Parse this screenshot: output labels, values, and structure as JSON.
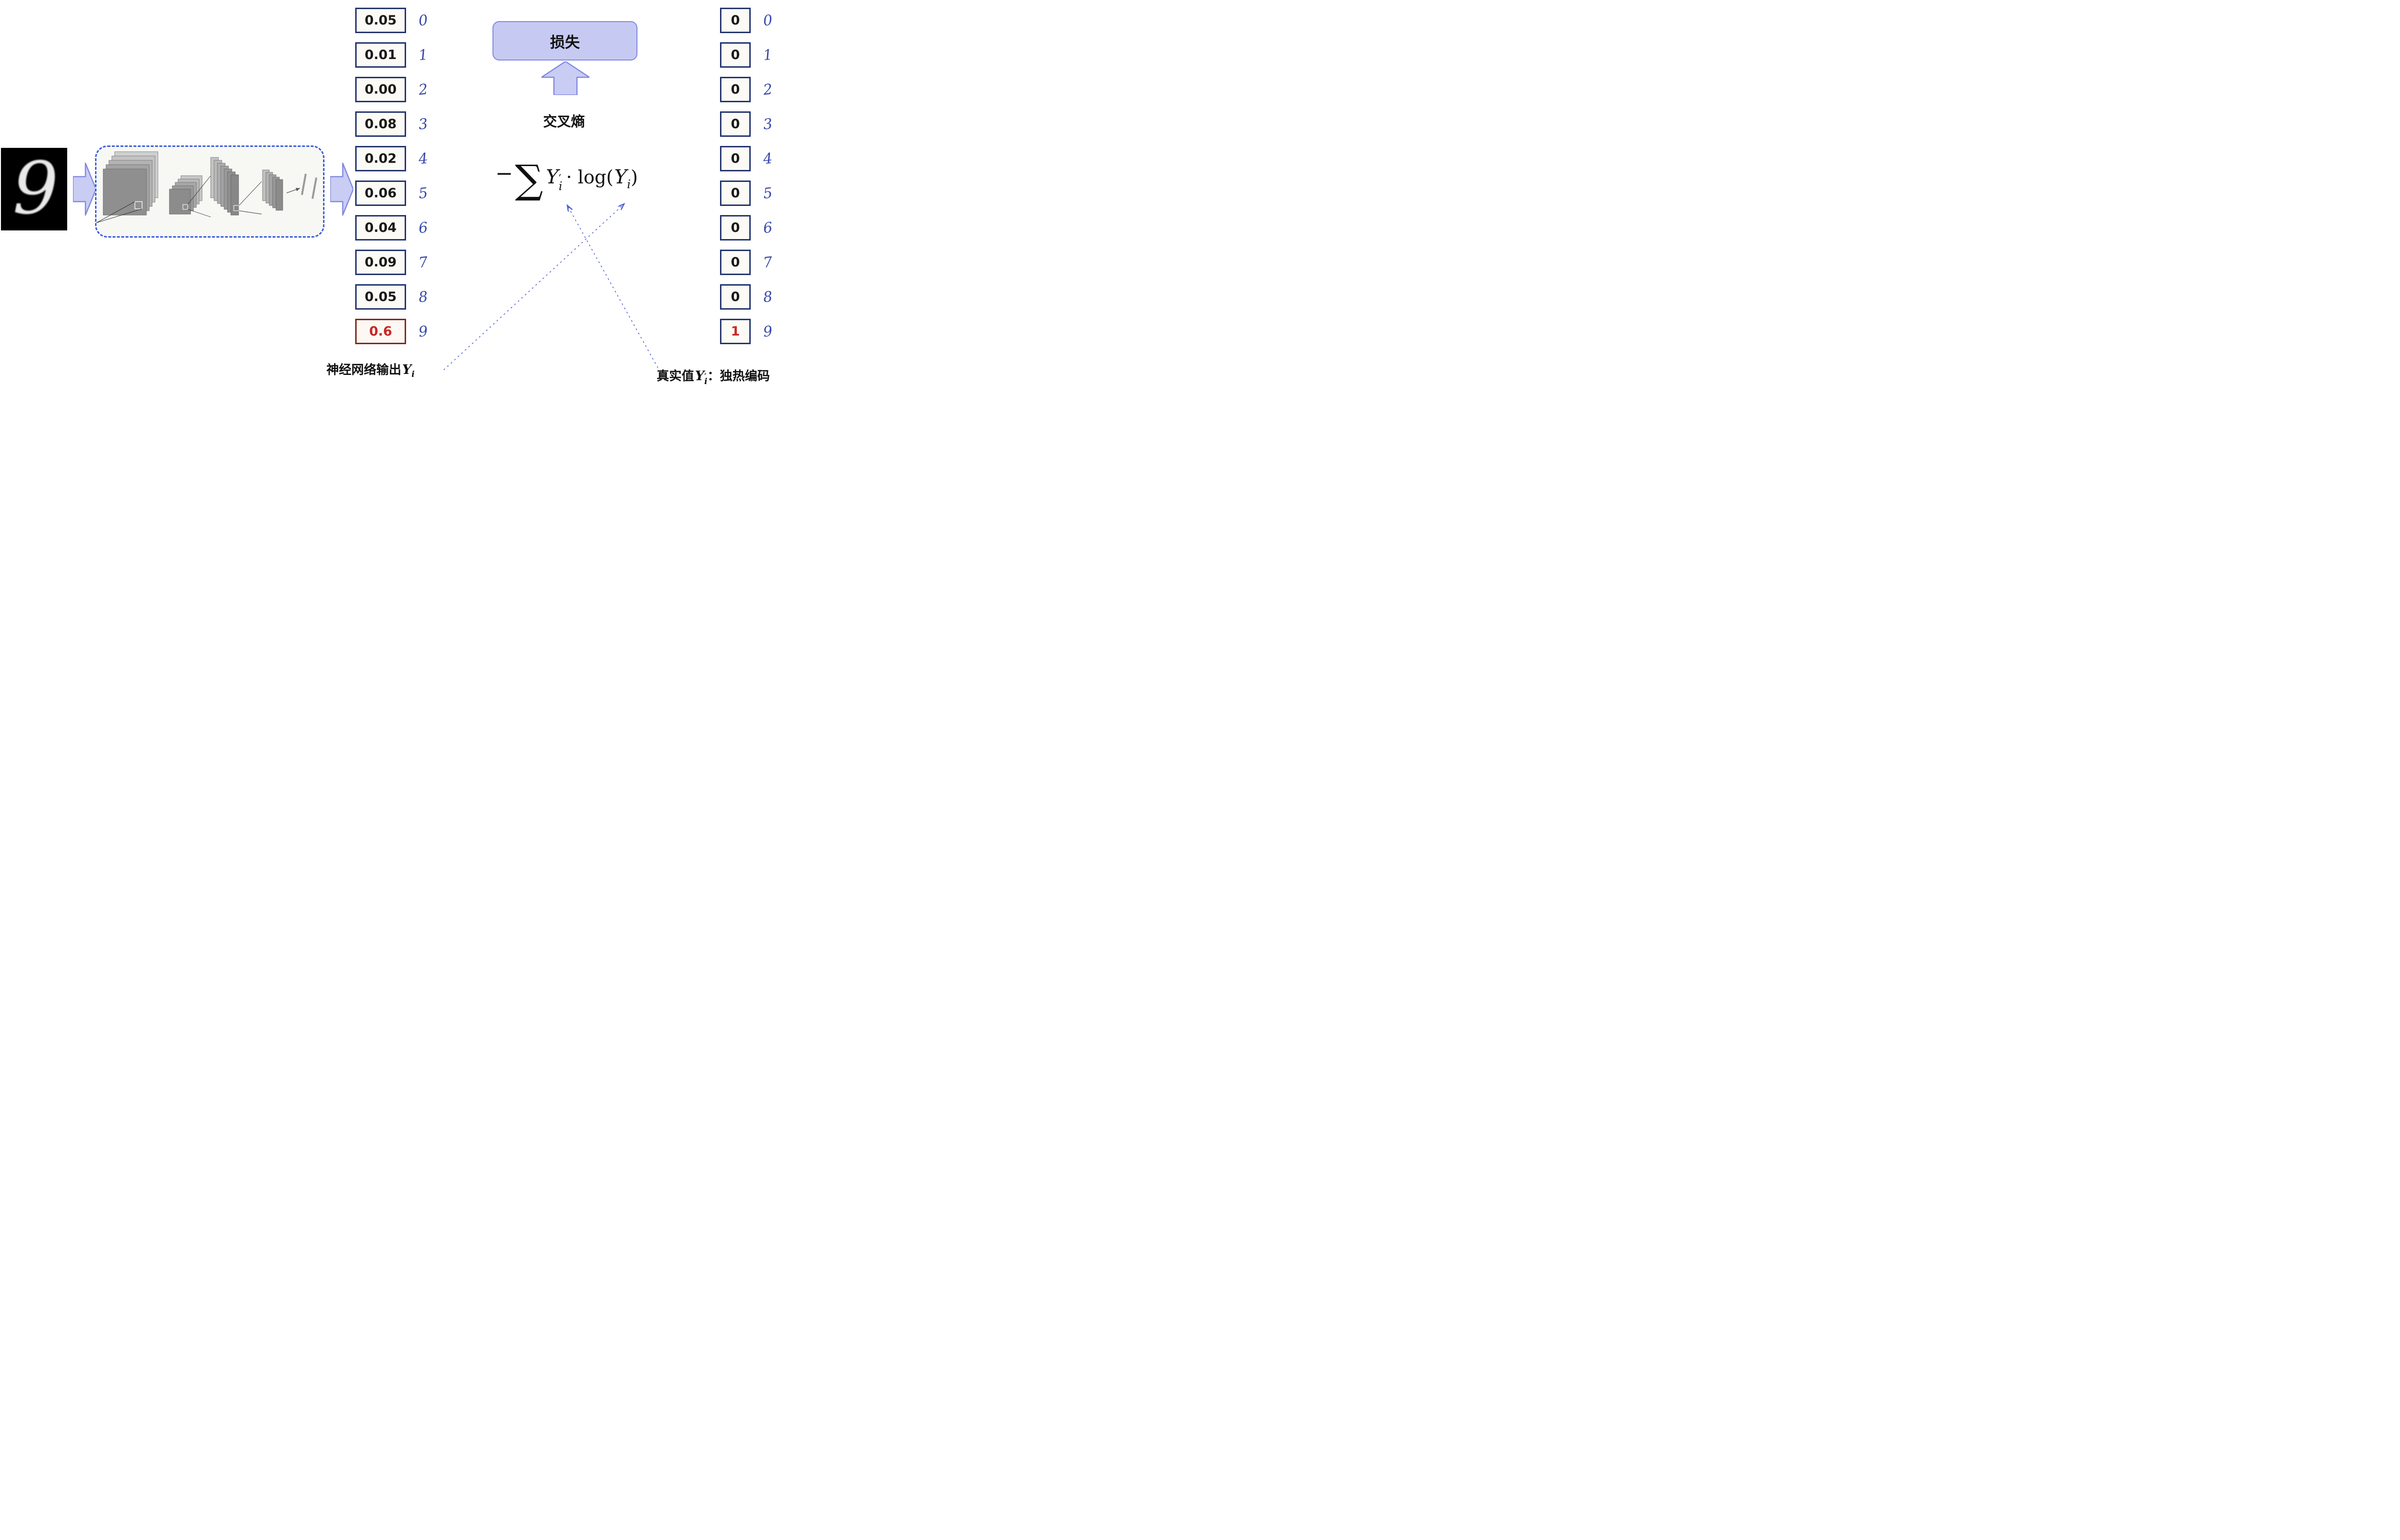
{
  "input_image": {
    "digit": "9"
  },
  "outputs": {
    "values": [
      "0.05",
      "0.01",
      "0.00",
      "0.08",
      "0.02",
      "0.06",
      "0.04",
      "0.09",
      "0.05",
      "0.6"
    ],
    "indices": [
      "0",
      "1",
      "2",
      "3",
      "4",
      "5",
      "6",
      "7",
      "8",
      "9"
    ]
  },
  "onehot": {
    "values": [
      "0",
      "0",
      "0",
      "0",
      "0",
      "0",
      "0",
      "0",
      "0",
      "1"
    ],
    "indices": [
      "0",
      "1",
      "2",
      "3",
      "4",
      "5",
      "6",
      "7",
      "8",
      "9"
    ]
  },
  "loss": {
    "box_label": "损失",
    "method_label": "交叉熵"
  },
  "formula": {
    "minus": "−",
    "sigma": "∑",
    "y1": "Y",
    "prime1": "′",
    "sub1": "i",
    "dot_log": "· log(",
    "y2": "Y",
    "sub2": "i",
    "close": ")"
  },
  "captions": {
    "left_text": "神经网络输出",
    "left_var": "Y",
    "left_sub": "i",
    "right_text": "真实值",
    "right_var": "Y",
    "right_prime": "′",
    "right_sub": "i",
    "right_suffix": "：独热编码"
  },
  "colors": {
    "arrow_fill": "#c9cdf4",
    "arrow_stroke": "#8289e0",
    "loss_fill": "#c6caf2",
    "loss_stroke": "#7f88e0",
    "box_border": "#24356e",
    "box_bg": "#fbfaf5",
    "index_blue": "#3949ab",
    "highlight_red": "#c62828",
    "dashed_border": "#3b5bdb",
    "dotted_arrow": "#5060d0"
  }
}
